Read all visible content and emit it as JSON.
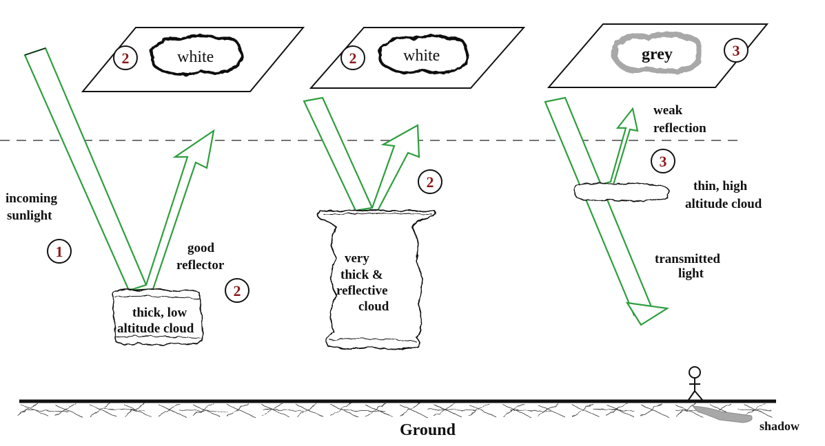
{
  "labels": {
    "incoming_line1": "incoming",
    "incoming_line2": "sunlight",
    "good_line1": "good",
    "good_line2": "reflector",
    "thick_low_line1": "thick, low",
    "thick_low_line2": "altitude cloud",
    "very_thick_line1": "very",
    "very_thick_line2": "thick &",
    "very_thick_line3": "reflective",
    "very_thick_line4": "cloud",
    "weak_line1": "weak",
    "weak_line2": "reflection",
    "thin_high_line1": "thin, high",
    "thin_high_line2": "altitude cloud",
    "transmitted_line1": "transmitted",
    "transmitted_line2": "light",
    "ground": "Ground",
    "shadow": "shadow"
  },
  "panels": {
    "left": "white",
    "middle": "white",
    "right": "grey"
  },
  "markers": {
    "m1": "1",
    "m2a": "2",
    "m2b": "2",
    "m2c": "2",
    "m2d": "2",
    "m3a": "3",
    "m3b": "3"
  },
  "colors": {
    "arrow": "#2e9e3e",
    "marker": "#8b1a1a",
    "grey_cloud": "#a8a8a8"
  }
}
